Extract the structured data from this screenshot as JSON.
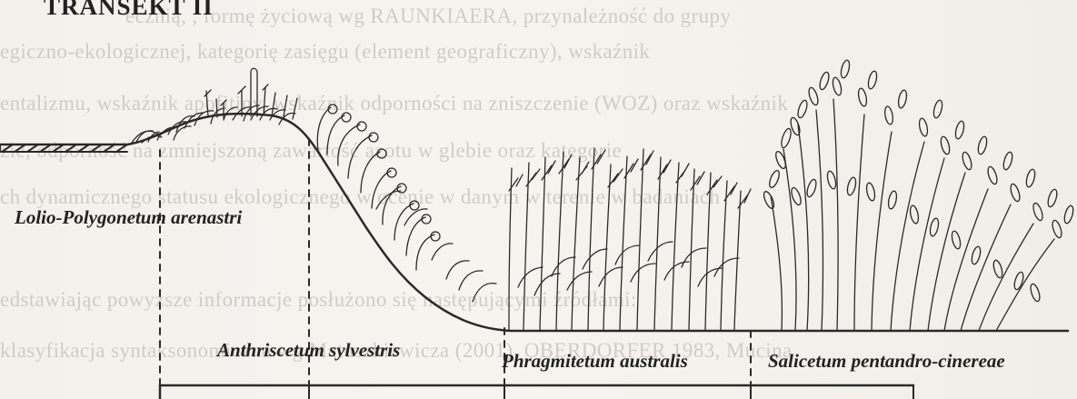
{
  "figure": {
    "title": "TRANSEKT II",
    "communities": [
      {
        "id": "lolio",
        "label": "Lolio-Polygonetum arenastri"
      },
      {
        "id": "anthriscus",
        "label": "Anthriscetum sylvestris"
      },
      {
        "id": "phragmites",
        "label": "Phragmitetum australis"
      },
      {
        "id": "salix",
        "label": "Salicetum pentandro-cinereae"
      }
    ]
  },
  "background_text": {
    "line1": "ecznią,    ,    formę  życiową  wg  RAUNKIAERA,  przynależność  do  grupy",
    "line2": "egiczno-ekologicznej,   kategorię   zasięgu   (element   geograficzny),   wskaźnik",
    "line3": "entalizmu,  wskaźnik  apofitiny,  wskaźnik  odporności  na  zniszczenie  (WOZ)  oraz  wskaźnik",
    "line4": "zie,              odporność  na  zmniejszoną  zawartość  azotu  w  glebie  oraz  kategorie",
    "line5": "ch  dynamicznego  statusu  ekologicznego  w  ocenie  w  danym  w  terenie  w  badaniach",
    "line6": "edstawiając  powyższe  informacje  posłużono  się  następującymi  źródłami:",
    "line7": "klasyfikacja  syntaksonomiczna  wg  Matuszkiewicza  (2001),  OBERDORFER  1983,  Mucina"
  }
}
